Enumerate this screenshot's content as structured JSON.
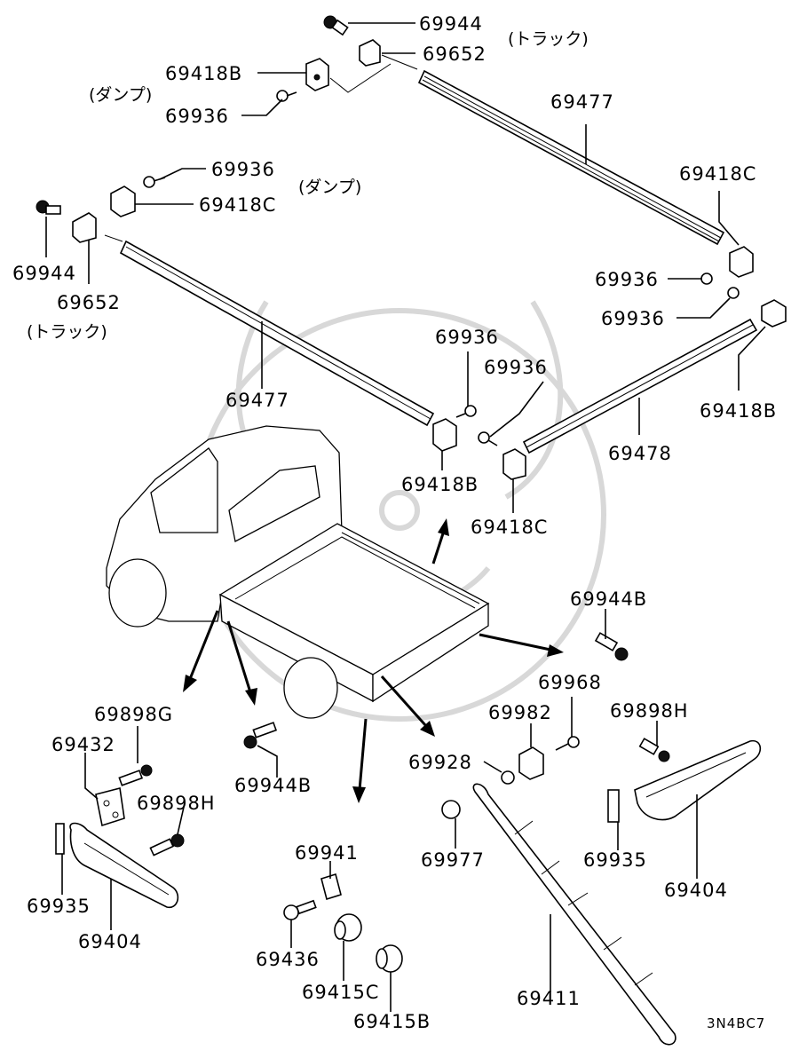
{
  "diagram_code": "3N4BC7",
  "labels": {
    "p69944_top": "69944",
    "p69652_top": "69652",
    "note_track_top": "(トラック)",
    "p69418B_top": "69418B",
    "note_dump_top": "(ダンプ)",
    "p69936_top": "69936",
    "p69477_top": "69477",
    "p69418C_right": "69418C",
    "p69936_left": "69936",
    "note_dump_left": "(ダンプ)",
    "p69418C_left": "69418C",
    "p69944_left": "69944",
    "p69652_left": "69652",
    "note_track_left": "(トラック)",
    "p69936_right1": "69936",
    "p69936_right2": "69936",
    "p69418B_right": "69418B",
    "p69936_mid1": "69936",
    "p69936_mid2": "69936",
    "p69477_left": "69477",
    "p69478": "69478",
    "p69418B_mid": "69418B",
    "p69418C_mid": "69418C",
    "p69944B_right": "69944B",
    "p69968": "69968",
    "p69898H_right": "69898H",
    "p69982": "69982",
    "p69898G": "69898G",
    "p69432": "69432",
    "p69928": "69928",
    "p69944B_left": "69944B",
    "p69898H_left": "69898H",
    "p69935_right": "69935",
    "p69977": "69977",
    "p69404_right": "69404",
    "p69941": "69941",
    "p69935_left": "69935",
    "p69404_left": "69404",
    "p69436": "69436",
    "p69415C": "69415C",
    "p69411": "69411",
    "p69415B": "69415B"
  }
}
